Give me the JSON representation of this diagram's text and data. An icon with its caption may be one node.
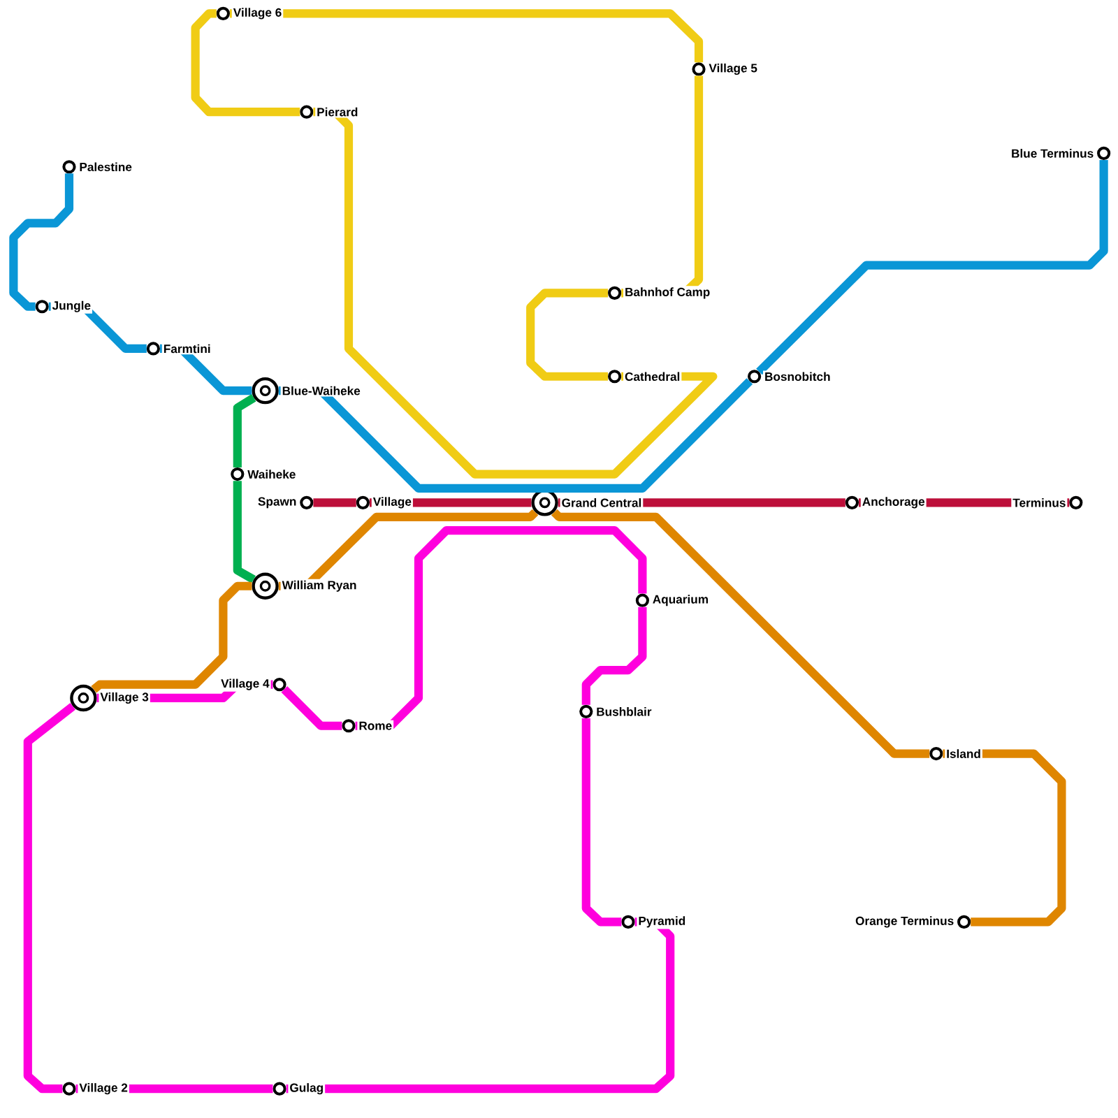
{
  "diagram": {
    "nodes": [
      {
        "text": [
          "Village 6"
        ]
      },
      {
        "text": [
          "Village 5"
        ]
      },
      {
        "text": [
          "Pierard"
        ]
      },
      {
        "text": [
          "Palestine"
        ]
      },
      {
        "text": [
          "Blue Terminus"
        ]
      },
      {
        "text": [
          "Bahnhof Camp"
        ]
      },
      {
        "text": [
          "Jungle"
        ]
      },
      {
        "text": [
          "Farmtini"
        ]
      },
      {
        "text": [
          "Cathedral"
        ]
      },
      {
        "text": [
          "Bosnobitch"
        ]
      },
      {
        "text": [
          "Blue-Waiheke"
        ]
      },
      {
        "text": [
          "Waiheke"
        ]
      },
      {
        "text": [
          "Spawn"
        ]
      },
      {
        "text": [
          "Village"
        ]
      },
      {
        "text": [
          "Grand Central"
        ]
      },
      {
        "text": [
          "Anchorage"
        ]
      },
      {
        "text": [
          "Terminus"
        ]
      },
      {
        "text": [
          "William Ryan"
        ]
      },
      {
        "text": [
          "Aquarium"
        ]
      },
      {
        "text": [
          "Village 4"
        ]
      },
      {
        "text": [
          "Village 3"
        ]
      },
      {
        "text": [
          "Bushblair"
        ]
      },
      {
        "text": [
          "Rome"
        ]
      },
      {
        "text": [
          "Island"
        ]
      },
      {
        "text": [
          "Pyramid"
        ]
      },
      {
        "text": [
          "Orange Terminus"
        ]
      },
      {
        "text": [
          "Village 2"
        ]
      },
      {
        "text": [
          "Gulag"
        ]
      }
    ],
    "edges": [
      {
        "from": 8,
        "to": 2,
        "arrow": "none",
        "color": "#f0cc15"
      },
      {
        "from": 2,
        "to": 0,
        "arrow": "none",
        "color": "#f0cc15"
      },
      {
        "from": 0,
        "to": 1,
        "arrow": "none",
        "color": "#f0cc15"
      },
      {
        "from": 1,
        "to": 5,
        "arrow": "none",
        "color": "#f0cc15"
      },
      {
        "from": 5,
        "to": 8,
        "arrow": "none",
        "color": "#f0cc15"
      },
      {
        "from": 3,
        "to": 6,
        "arrow": "none",
        "color": "#0a96d6"
      },
      {
        "from": 6,
        "to": 7,
        "arrow": "none",
        "color": "#0a96d6"
      },
      {
        "from": 7,
        "to": 10,
        "arrow": "none",
        "color": "#0a96d6"
      },
      {
        "from": 10,
        "to": 9,
        "arrow": "none",
        "color": "#0a96d6"
      },
      {
        "from": 9,
        "to": 4,
        "arrow": "none",
        "color": "#0a96d6"
      },
      {
        "from": 10,
        "to": 11,
        "arrow": "none",
        "color": "#00b050"
      },
      {
        "from": 11,
        "to": 17,
        "arrow": "none",
        "color": "#00b050"
      },
      {
        "from": 12,
        "to": 13,
        "arrow": "none",
        "color": "#bd0f3a"
      },
      {
        "from": 13,
        "to": 14,
        "arrow": "none",
        "color": "#bd0f3a"
      },
      {
        "from": 14,
        "to": 15,
        "arrow": "none",
        "color": "#bd0f3a"
      },
      {
        "from": 15,
        "to": 16,
        "arrow": "none",
        "color": "#bd0f3a"
      },
      {
        "from": 20,
        "to": 17,
        "arrow": "none",
        "color": "#df8600"
      },
      {
        "from": 17,
        "to": 14,
        "arrow": "none",
        "color": "#df8600"
      },
      {
        "from": 14,
        "to": 23,
        "arrow": "none",
        "color": "#df8600"
      },
      {
        "from": 23,
        "to": 25,
        "arrow": "none",
        "color": "#df8600"
      },
      {
        "from": 20,
        "to": 19,
        "arrow": "none",
        "color": "#ff00dd"
      },
      {
        "from": 19,
        "to": 22,
        "arrow": "none",
        "color": "#ff00dd"
      },
      {
        "from": 22,
        "to": 18,
        "arrow": "none",
        "color": "#ff00dd"
      },
      {
        "from": 18,
        "to": 21,
        "arrow": "none",
        "color": "#ff00dd"
      },
      {
        "from": 21,
        "to": 24,
        "arrow": "none",
        "color": "#ff00dd"
      },
      {
        "from": 24,
        "to": 27,
        "arrow": "none",
        "color": "#ff00dd"
      },
      {
        "from": 27,
        "to": 26,
        "arrow": "none",
        "color": "#ff00dd"
      },
      {
        "from": 26,
        "to": 20,
        "arrow": "none",
        "color": "#ff00dd"
      }
    ]
  }
}
